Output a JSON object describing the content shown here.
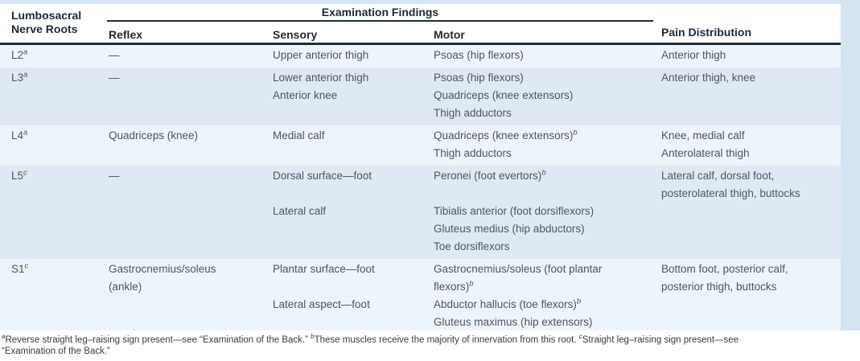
{
  "colors": {
    "row_light": "#eef5fa",
    "row_dark": "#dfe9f4",
    "margin_strip": "#d5e4f1",
    "rule": "#222f38",
    "header_text": "#1c2a34",
    "body_text": "#4a5662",
    "footnote_text": "#333c44",
    "page_bg": "#ffffff"
  },
  "table": {
    "header": {
      "root_column": "Lumbosacral Nerve Roots",
      "exam_group_title": "Examination Findings",
      "reflex": "Reflex",
      "sensory": "Sensory",
      "motor": "Motor",
      "pain": "Pain Distribution"
    },
    "rows": [
      {
        "root": "L2^{a}",
        "reflex": [
          "—"
        ],
        "sensory": [
          "Upper anterior thigh"
        ],
        "motor": [
          "Psoas (hip flexors)"
        ],
        "pain": [
          "Anterior thigh"
        ]
      },
      {
        "root": "L3^{a}",
        "reflex": [
          "—"
        ],
        "sensory": [
          "Lower anterior thigh",
          "Anterior knee"
        ],
        "motor": [
          "Psoas (hip flexors)",
          "Quadriceps (knee extensors)",
          "Thigh adductors"
        ],
        "pain": [
          "Anterior thigh, knee"
        ]
      },
      {
        "root": "L4^{a}",
        "reflex": [
          "Quadriceps (knee)"
        ],
        "sensory": [
          "Medial calf"
        ],
        "motor": [
          "Quadriceps (knee extensors)^{b}",
          "Thigh adductors"
        ],
        "pain": [
          "Knee, medial calf",
          "Anterolateral thigh"
        ]
      },
      {
        "root": "L5^{c}",
        "reflex": [
          "—"
        ],
        "sensory": [
          "Dorsal surface—foot",
          "",
          "Lateral calf"
        ],
        "motor": [
          "Peronei (foot evertors)^{b}",
          "",
          "Tibialis anterior (foot dorsiflexors)",
          "Gluteus medius (hip abductors)",
          "Toe dorsiflexors"
        ],
        "pain": [
          "Lateral calf, dorsal foot,",
          "posterolateral thigh, buttocks"
        ]
      },
      {
        "root": "S1^{c}",
        "reflex": [
          "Gastrocnemius/soleus",
          "(ankle)"
        ],
        "sensory": [
          "Plantar surface—foot",
          "",
          "Lateral aspect—foot"
        ],
        "motor": [
          "Gastrocnemius/soleus (foot plantar",
          "flexors)^{b}",
          "Abductor hallucis (toe flexors)^{b}",
          "Gluteus maximus (hip extensors)"
        ],
        "pain": [
          "Bottom foot, posterior calf,",
          "posterior thigh, buttocks"
        ]
      }
    ]
  },
  "footnotes": {
    "lines": [
      "^{a}Reverse straight leg–raising sign present—see “Examination of the Back.”  ^{b}These muscles receive the majority of innervation from this root.  ^{c}Straight leg–raising sign present—see",
      "“Examination of the Back.”"
    ]
  }
}
